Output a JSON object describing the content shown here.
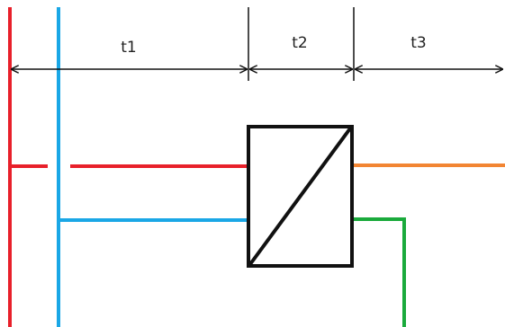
{
  "labels": {
    "t1": "t1",
    "t2": "t2",
    "t3": "t3"
  },
  "colors": {
    "red": "#e8202a",
    "blue": "#1aa7e6",
    "orange": "#f28533",
    "green": "#1aaa3c",
    "black": "#111111"
  },
  "icons": {
    "converter": "square-with-diagonal",
    "arrows": "double-headed-arrow"
  }
}
